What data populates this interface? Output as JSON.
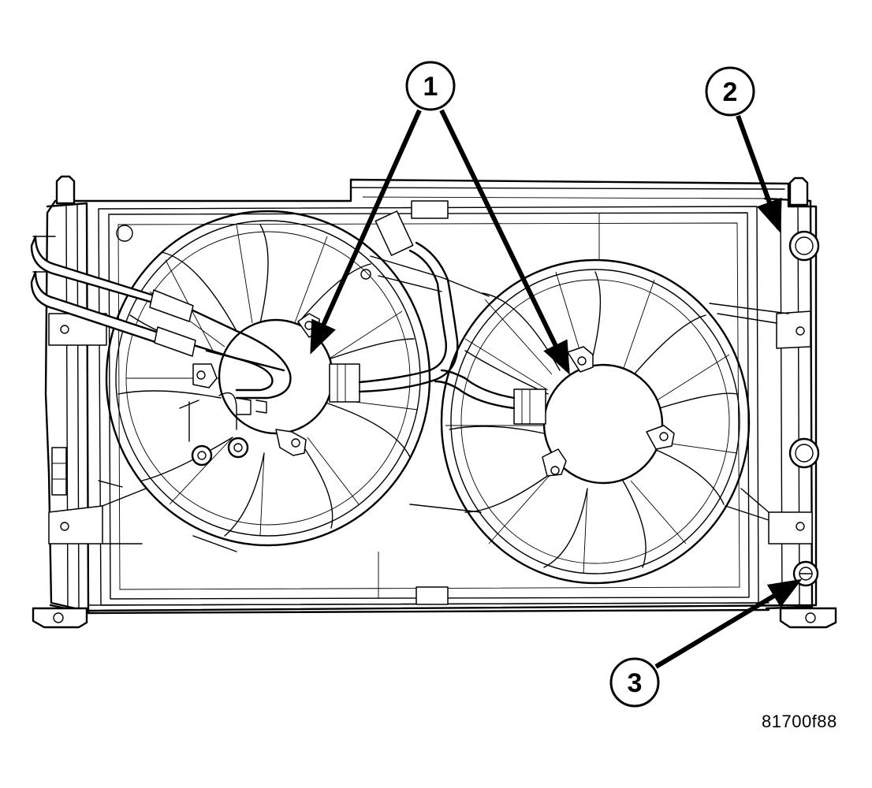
{
  "figure_id": "81700f88",
  "callouts": [
    {
      "number": "1"
    },
    {
      "number": "2"
    },
    {
      "number": "3"
    }
  ]
}
